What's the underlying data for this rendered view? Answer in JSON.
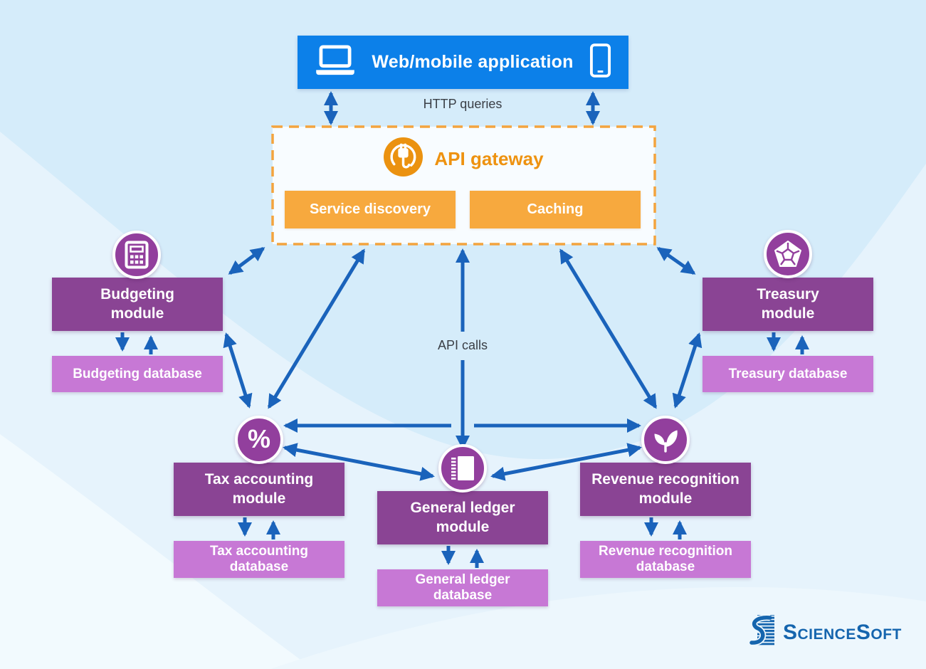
{
  "app": {
    "title": "Web/mobile application"
  },
  "connections": {
    "http_queries": "HTTP queries",
    "api_calls": "API calls"
  },
  "gateway": {
    "title": "API gateway",
    "services": [
      {
        "label": "Service discovery"
      },
      {
        "label": "Caching"
      }
    ]
  },
  "modules": [
    {
      "id": "budgeting",
      "icon": "calculator-icon",
      "module_label": "Budgeting\nmodule",
      "database_label": "Budgeting database"
    },
    {
      "id": "treasury",
      "icon": "gem-icon",
      "module_label": "Treasury\nmodule",
      "database_label": "Treasury database"
    },
    {
      "id": "tax-accounting",
      "icon": "percent-icon",
      "module_label": "Tax accounting\nmodule",
      "database_label": "Tax accounting\ndatabase"
    },
    {
      "id": "general-ledger",
      "icon": "ledger-icon",
      "module_label": "General ledger\nmodule",
      "database_label": "General ledger\ndatabase"
    },
    {
      "id": "revenue-recognition",
      "icon": "leaf-icon",
      "module_label": "Revenue recognition\nmodule",
      "database_label": "Revenue recognition\ndatabase"
    }
  ],
  "icon_glyphs": {
    "percent": "%"
  },
  "branding": {
    "logo_text": "ScienceSoft"
  },
  "colors": {
    "background": "#D5ECFA",
    "wave_light": "#E6F3FC",
    "wave_lightest": "#F2FAFE",
    "app_blue": "#0C80E9",
    "arrow_blue": "#1A63BB",
    "orange_box": "#F7A93E",
    "orange_icon": "#EB9210",
    "purple_module": "#8A4494",
    "purple_database": "#C778D5",
    "purple_circle": "#923F9D",
    "label_text": "#3A3F46",
    "logo_blue": "#1565AE"
  }
}
